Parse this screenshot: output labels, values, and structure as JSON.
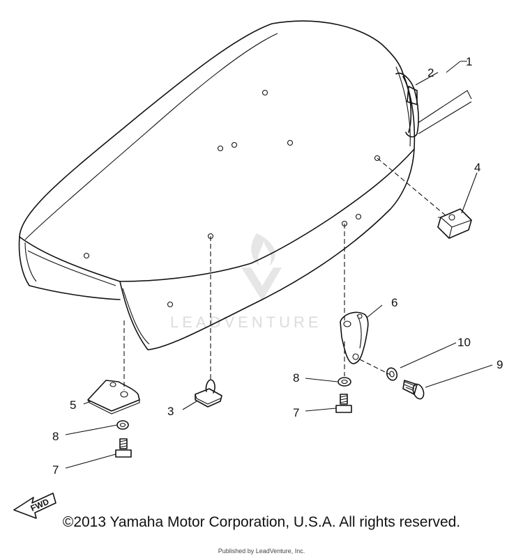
{
  "diagram": {
    "callouts": {
      "c1": "1",
      "c2": "2",
      "c3": "3",
      "c4": "4",
      "c5": "5",
      "c6": "6",
      "c7a": "7",
      "c7b": "7",
      "c8a": "8",
      "c8b": "8",
      "c9": "9",
      "c10": "10"
    },
    "fwd_label": "FWD",
    "watermark": "LEADVENTURE"
  },
  "footer": {
    "copyright": "©2013 Yamaha Motor Corporation, U.S.A. All rights reserved.",
    "credit": "Published by LeadVenture, Inc."
  }
}
